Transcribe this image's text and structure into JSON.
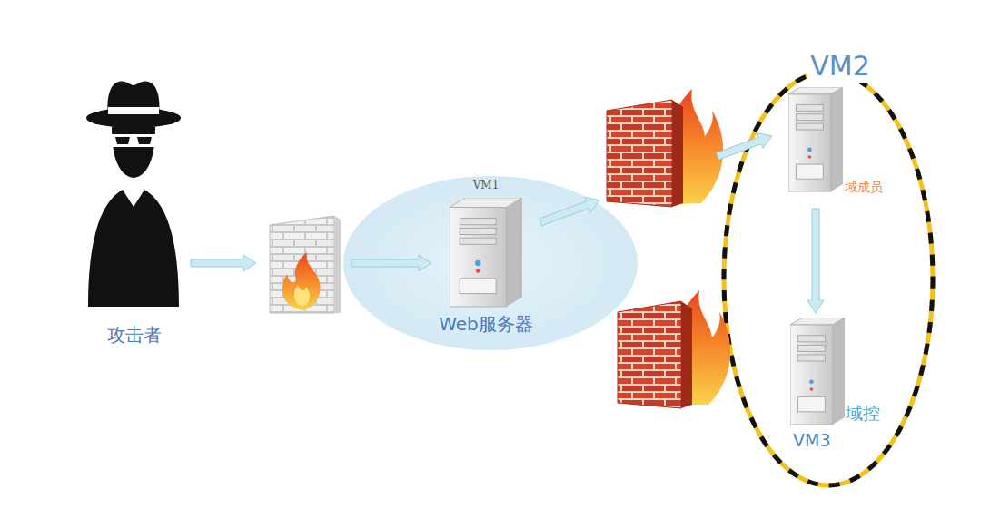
{
  "diagram": {
    "nodes": [
      {
        "text": [
          "攻击者"
        ]
      },
      {
        "text": [
          "VM1",
          "Web服务器"
        ]
      },
      {
        "text": [
          "VM2",
          "域成员"
        ]
      },
      {
        "text": [
          "域控",
          "VM3"
        ]
      }
    ],
    "edges": [
      {
        "from": 0,
        "to": 1,
        "arrow": "to"
      },
      {
        "from": 1,
        "to": 2,
        "arrow": "to"
      },
      {
        "from": 2,
        "to": 3,
        "arrow": "to"
      }
    ]
  }
}
